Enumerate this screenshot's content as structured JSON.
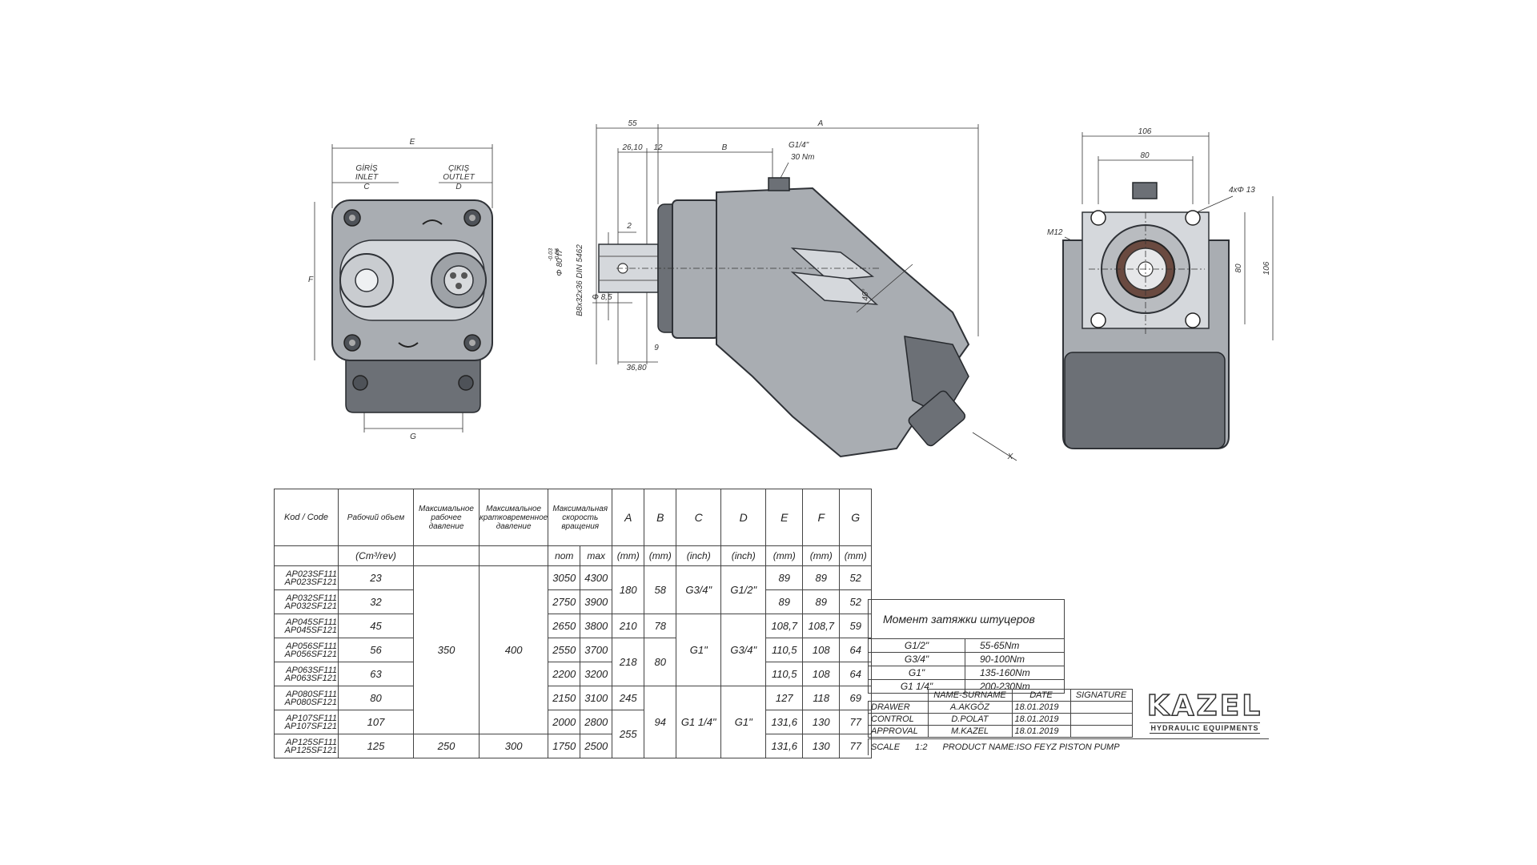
{
  "left_view": {
    "dim_e": "E",
    "inlet_tr": "GİRİŞ",
    "inlet_en": "INLET",
    "dim_c": "C",
    "outlet_tr": "ÇIKIŞ",
    "outlet_en": "OUTLET",
    "dim_d": "D",
    "dim_f": "F",
    "dim_g": "G"
  },
  "center_view": {
    "dim_55": "55",
    "dim_a": "A",
    "dim_2610": "26,10",
    "dim_12": "12",
    "dim_b": "B",
    "port_g14": "G1/4\"",
    "port_torque": "30 Nm",
    "dim_2": "2",
    "shaft_spline": "B8x32x36 DIN 5462",
    "shaft_dia": "Φ 80 f7",
    "shaft_tol_upper": "-0.03",
    "shaft_tol_lower": "-0.06",
    "dim_d85": "Φ 8,5",
    "dim_9": "9",
    "dim_3680": "36,80",
    "angle": "40°",
    "dim_x": "X"
  },
  "right_view": {
    "dim_106_top": "106",
    "dim_80_top": "80",
    "holes": "4xΦ 13",
    "thread": "M12",
    "dim_80_side": "80",
    "dim_106_side": "106"
  },
  "spec_table": {
    "headers": {
      "code": "Kod / Code",
      "displacement": "Рабочий объем",
      "max_pressure": "Максимальное рабочее давление",
      "peak_pressure": "Максимальное кратковременное давление",
      "max_speed": "Максимальная скорость вращения",
      "A": "A",
      "B": "B",
      "C": "C",
      "D": "D",
      "E": "E",
      "F": "F",
      "G": "G"
    },
    "units": {
      "displacement": "(Cm³/rev)",
      "nom": "nom",
      "max": "max",
      "A": "(mm)",
      "B": "(mm)",
      "C": "(inch)",
      "D": "(inch)",
      "E": "(mm)",
      "F": "(mm)",
      "G": "(mm)"
    },
    "rows": [
      {
        "code1": "AP023SF111",
        "code2": "AP023SF121",
        "disp": "23",
        "nom": "3050",
        "max": "4300",
        "E": "89",
        "F": "89",
        "G": "52"
      },
      {
        "code1": "AP032SF111",
        "code2": "AP032SF121",
        "disp": "32",
        "nom": "2750",
        "max": "3900",
        "E": "89",
        "F": "89",
        "G": "52"
      },
      {
        "code1": "AP045SF111",
        "code2": "AP045SF121",
        "disp": "45",
        "nom": "2650",
        "max": "3800",
        "E": "108,7",
        "F": "108,7",
        "G": "59"
      },
      {
        "code1": "AP056SF111",
        "code2": "AP056SF121",
        "disp": "56",
        "nom": "2550",
        "max": "3700",
        "E": "110,5",
        "F": "108",
        "G": "64"
      },
      {
        "code1": "AP063SF111",
        "code2": "AP063SF121",
        "disp": "63",
        "nom": "2200",
        "max": "3200",
        "E": "110,5",
        "F": "108",
        "G": "64"
      },
      {
        "code1": "AP080SF111",
        "code2": "AP080SF121",
        "disp": "80",
        "nom": "2150",
        "max": "3100",
        "E": "127",
        "F": "118",
        "G": "69"
      },
      {
        "code1": "AP107SF111",
        "code2": "AP107SF121",
        "disp": "107",
        "nom": "2000",
        "max": "2800",
        "E": "131,6",
        "F": "130",
        "G": "77"
      },
      {
        "code1": "AP125SF111",
        "code2": "AP125SF121",
        "disp": "125",
        "nom": "1750",
        "max": "2500",
        "E": "131,6",
        "F": "130",
        "G": "77"
      }
    ],
    "merged": {
      "pressure_350": "350",
      "pressure_400": "400",
      "pressure_250": "250",
      "pressure_300": "300",
      "A_180": "180",
      "A_210": "210",
      "A_218": "218",
      "A_245": "245",
      "A_255": "255",
      "B_58": "58",
      "B_78": "78",
      "B_80": "80",
      "B_94": "94",
      "C_g34": "G3/4\"",
      "C_g1": "G1\"",
      "C_g114": "G1 1/4\"",
      "D_g12": "G1/2\"",
      "D_g34": "G3/4\"",
      "D_g1": "G1\""
    }
  },
  "torque_table": {
    "title": "Момент затяжки штуцеров",
    "rows": [
      {
        "size": "G1/2\"",
        "torque": "55-65Nm"
      },
      {
        "size": "G3/4\"",
        "torque": "90-100Nm"
      },
      {
        "size": "G1\"",
        "torque": "135-160Nm"
      },
      {
        "size": "G1 1/4\"",
        "torque": "200-230Nm"
      }
    ]
  },
  "title_block": {
    "col_name": "NAME-SURNAME",
    "col_date": "DATE",
    "col_signature": "SIGNATURE",
    "rows": [
      {
        "role": "DRAWER",
        "name": "A.AKGÖZ",
        "date": "18.01.2019"
      },
      {
        "role": "CONTROL",
        "name": "D.POLAT",
        "date": "18.01.2019"
      },
      {
        "role": "APPROVAL",
        "name": "M.KAZEL",
        "date": "18.01.2019"
      }
    ],
    "scale_label": "SCALE",
    "scale_value": "1:2",
    "product_name": "PRODUCT NAME:ISO FEYZ PISTON PUMP",
    "logo_brand": "KAZEL",
    "logo_sub": "HYDRAULIC EQUIPMENTS"
  }
}
